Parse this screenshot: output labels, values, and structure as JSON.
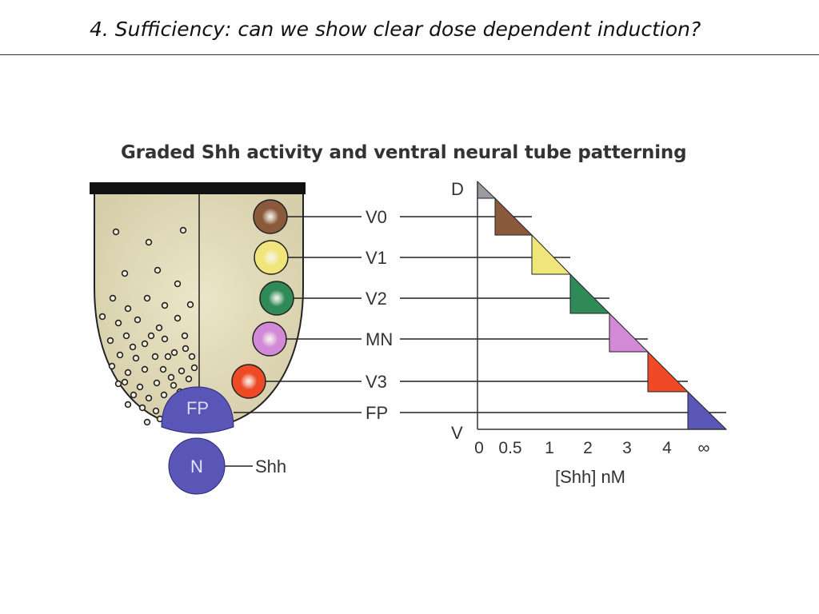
{
  "slide": {
    "title": "4. Sufficiency: can we show clear dose dependent induction?"
  },
  "figure": {
    "title": "Graded Shh activity and ventral neural tube patterning",
    "domains": [
      {
        "label": "V0",
        "color": "#8b5a3c"
      },
      {
        "label": "V1",
        "color": "#f0e57a"
      },
      {
        "label": "V2",
        "color": "#2f8a57"
      },
      {
        "label": "MN",
        "color": "#d28ad8"
      },
      {
        "label": "V3",
        "color": "#ee4a26"
      },
      {
        "label": "FP",
        "color": "#5a56b8"
      }
    ],
    "floor_plate_label": "FP",
    "notochord_label": "N",
    "signal_label": "Shh",
    "axis_top_label": "D",
    "axis_bottom_label": "V",
    "concentration_ticks": [
      "0",
      "0.5",
      "1",
      "2",
      "3",
      "4",
      "∞"
    ],
    "x_axis_label": "[Shh] nM"
  }
}
